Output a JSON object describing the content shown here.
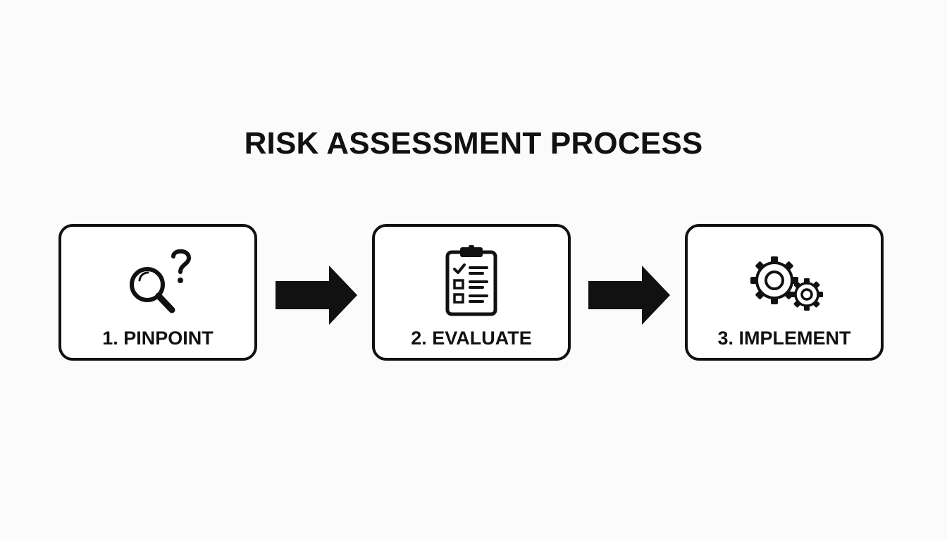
{
  "title": "RISK ASSESSMENT PROCESS",
  "steps": [
    {
      "label": "1. PINPOINT",
      "icon": "magnifier-question-icon"
    },
    {
      "label": "2. EVALUATE",
      "icon": "clipboard-checklist-icon"
    },
    {
      "label": "3. IMPLEMENT",
      "icon": "gears-icon"
    }
  ],
  "colors": {
    "background": "#fbfbfb",
    "ink": "#111111",
    "box_fill": "#ffffff"
  }
}
